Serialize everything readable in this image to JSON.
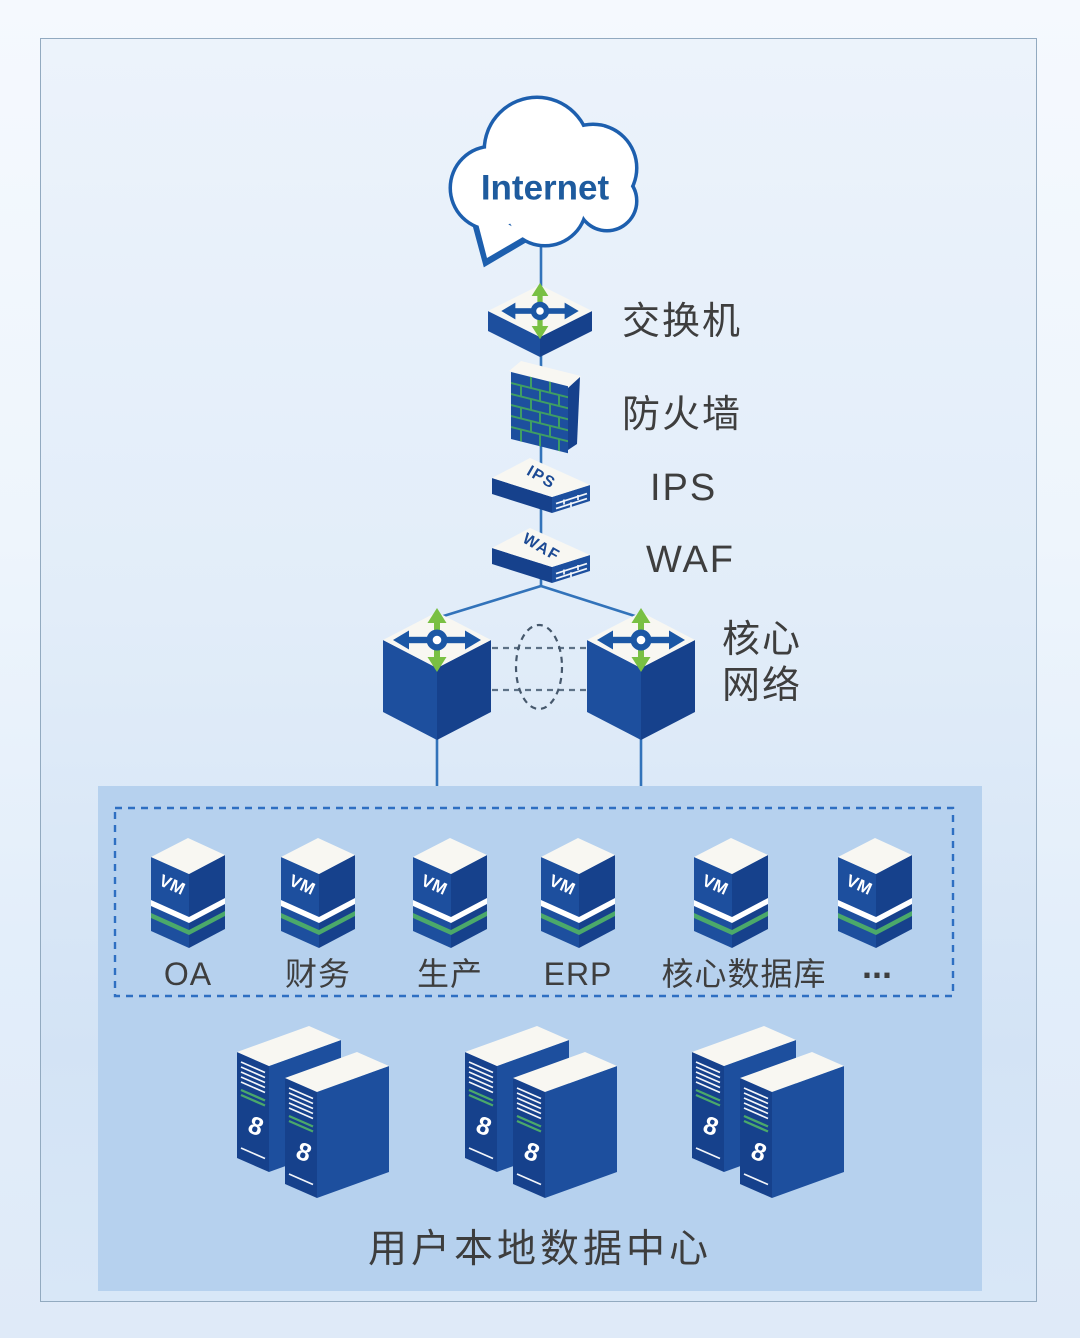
{
  "colors": {
    "primary_blue": "#1d4f9e",
    "side_blue": "#16418c",
    "accent_blue": "#1b57a5",
    "arrow_green": "#79c043",
    "stripe_green": "#4ba96a",
    "connector_blue": "#3273ba",
    "dashed_zone_blue": "#2e6fc2",
    "panel_blue": "#b6d1ee",
    "label_gray": "#3e3e3e",
    "frame_border": "#92aac0"
  },
  "internet": {
    "label": "Internet"
  },
  "chain": {
    "switch_label": "交换机",
    "firewall_label": "防火墙",
    "ips_label": "IPS",
    "ips_tag": "IPS",
    "waf_label": "WAF",
    "waf_tag": "WAF",
    "core_label_line1": "核心",
    "core_label_line2": "网络"
  },
  "datacenter": {
    "vm_tag": "VM",
    "vms": [
      {
        "label": "OA"
      },
      {
        "label": "财务"
      },
      {
        "label": "生产"
      },
      {
        "label": "ERP"
      },
      {
        "label": "核心数据库"
      },
      {
        "label": "..."
      }
    ],
    "server_logo": "8",
    "caption": "用户本地数据中心"
  }
}
